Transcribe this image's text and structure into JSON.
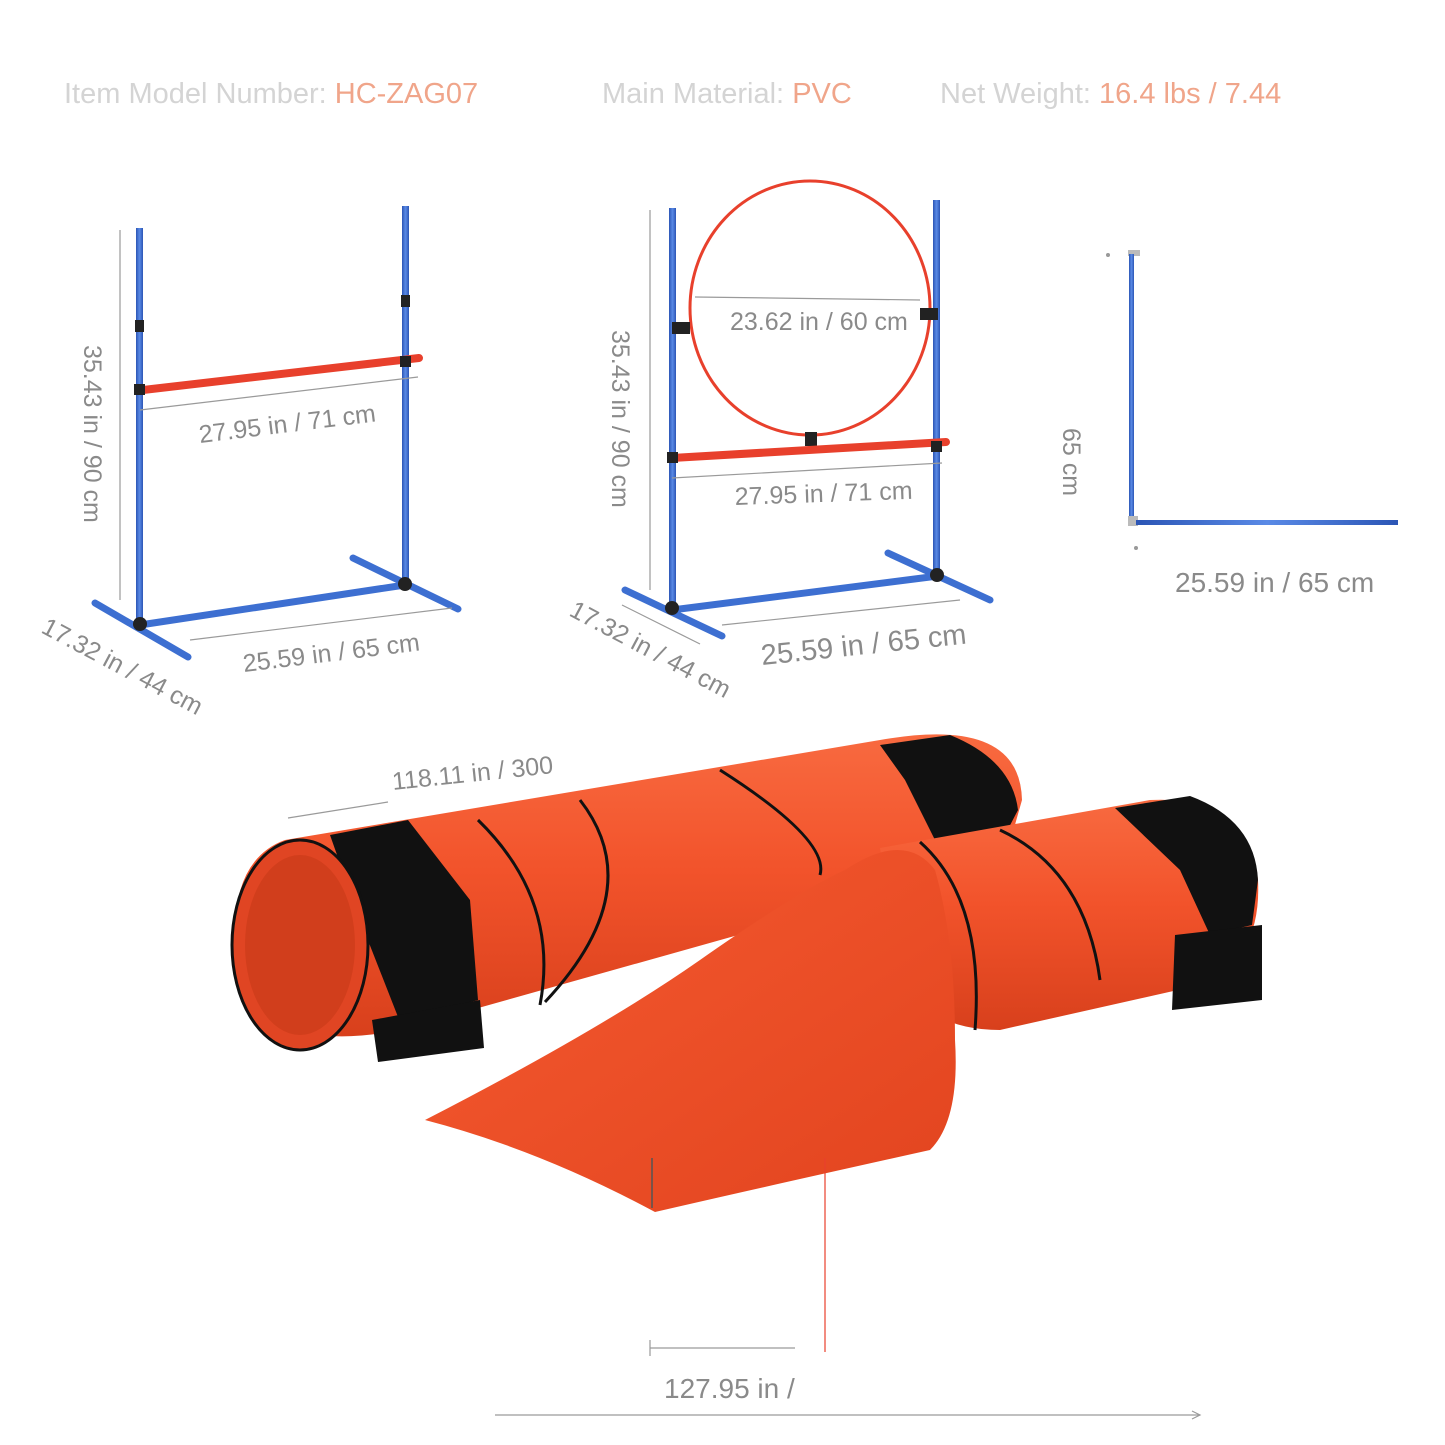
{
  "header": {
    "model": {
      "label": "Item Model Number:",
      "value": "HC-ZAG07"
    },
    "material": {
      "label": "Main Material:",
      "value": "PVC"
    },
    "weight": {
      "label": "Net Weight:",
      "value": "16.4 lbs / 7.44"
    }
  },
  "hurdle": {
    "height": "35.43 in / 90 cm",
    "bar_width": "27.95 in / 71 cm",
    "base_width": "25.59 in / 65 cm",
    "depth": "17.32 in / 44 cm"
  },
  "hoop_jump": {
    "hoop_diameter": "23.62 in / 60 cm",
    "height": "35.43 in / 90 cm",
    "bar_width": "27.95 in / 71 cm",
    "base_width": "25.59 in / 65 cm",
    "depth": "17.32 in / 44 cm"
  },
  "weave_pole": {
    "height": "65 cm",
    "width": "25.59 in / 65 cm"
  },
  "tunnels": {
    "tunnel_length": "118.11 in / 300",
    "chute_length": "127.95 in /"
  },
  "colors": {
    "pole_blue": "#3d6fd1",
    "bar_red": "#e8402c",
    "tunnel_orange": "#f2532b",
    "strap_black": "#111111",
    "accent_text": "#f0a58a"
  }
}
